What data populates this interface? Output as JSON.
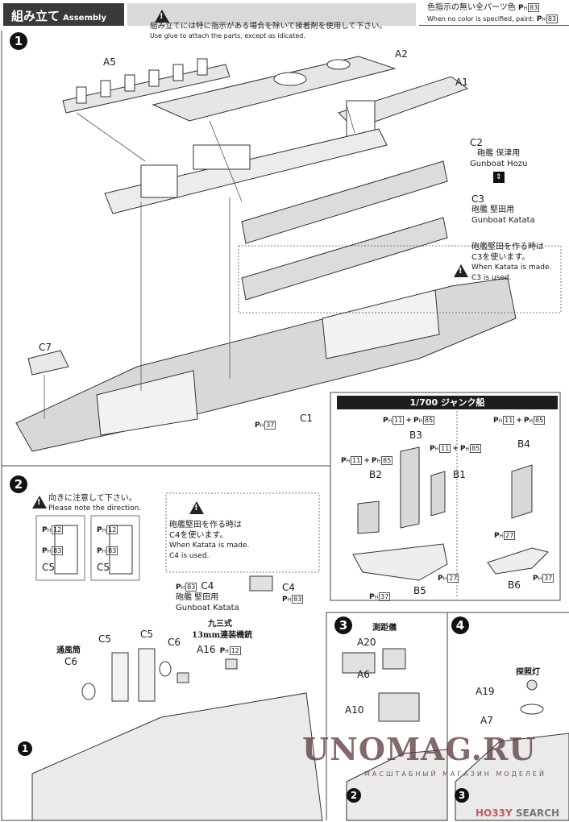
{
  "paint_prefix": {
    "p": "P",
    "h": "H"
  },
  "header": {
    "title_jp": "組み立て",
    "title_en": "Assembly",
    "warning_jp": "組み立てには特に指示がある場合を除いて接着剤を使用して下さい。",
    "warning_en": "Use glue to attach the parts, except as idicated.",
    "color_note_jp": "色指示の無い全パーツ色",
    "color_note_en": "When no color is specified, paint:",
    "color_code": "83"
  },
  "step1": {
    "number": "1",
    "parts": {
      "a5": "A5",
      "a2": "A2",
      "a1": "A1",
      "c7": "C7",
      "c1": "C1"
    },
    "c1_paint": "37",
    "c2": {
      "part": "C2",
      "jp": "砲艦 保津用",
      "en": "Gunboat Hozu"
    },
    "c3": {
      "part": "C3",
      "jp": "砲艦 堅田用",
      "en": "Gunboat Katata",
      "note_jp1": "砲艦堅田を作る時は",
      "note_jp2": "C3を使います。",
      "note_en1": "When Katata is made.",
      "note_en2": "C3 is used."
    }
  },
  "junk": {
    "title": "1/700 ジャンク船",
    "paint_a": "11",
    "paint_b": "85",
    "plus": "+",
    "parts": {
      "b1": "B1",
      "b2": "B2",
      "b3": "B3",
      "b4": "B4",
      "b5": "B5",
      "b6": "B6"
    },
    "hull_paint": "27",
    "bottom_paint": "37"
  },
  "step2": {
    "number": "2",
    "warning_jp": "向きに注意して下さい。",
    "warning_en": "Please note the direction.",
    "c5": "C5",
    "c5_top_paint": "12",
    "c5_body_paint": "83",
    "c4_note": {
      "jp1": "砲艦堅田を作る時は",
      "jp2": "C4を使います。",
      "en1": "When Katata is made.",
      "en2": "C4 is used."
    },
    "c4": {
      "part": "C4",
      "paint": "83",
      "jp": "砲艦 堅田用",
      "en": "Gunboat Katata"
    },
    "mg": {
      "jp1": "九三式",
      "jp2": "13mm連装機銃",
      "part": "A16",
      "paint": "12"
    },
    "vent": {
      "jp": "通風筒",
      "part": "C6"
    },
    "c6": "C6",
    "ref_step": "1"
  },
  "step3": {
    "number": "3",
    "rangefinder_jp": "測距儀",
    "parts": {
      "a20": "A20",
      "a6": "A6",
      "a10": "A10"
    },
    "ref_step": "2"
  },
  "step4": {
    "number": "4",
    "searchlight_jp": "探照灯",
    "parts": {
      "a19": "A19",
      "a7": "A7"
    },
    "ref_step": "3"
  },
  "watermark": {
    "main": "UNOMAG.RU",
    "sub": "МАСШТАБНЫЙ МАГАЗИН МОДЕЛЕЙ",
    "hobby": "HO33Y",
    "search": "SEARCH"
  }
}
